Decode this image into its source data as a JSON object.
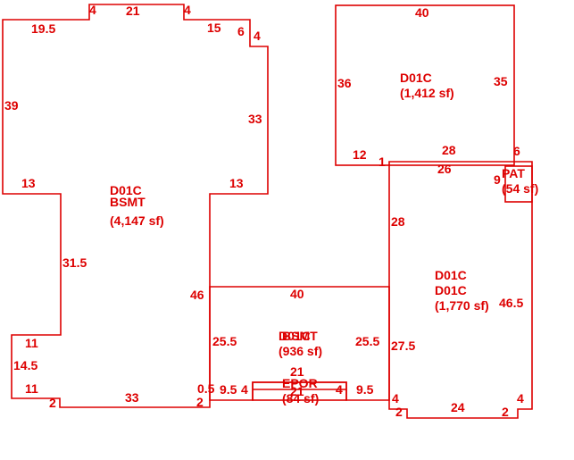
{
  "areas": {
    "basement": {
      "code": "D01C",
      "label": "BSMT",
      "sf": "(4,147 sf)"
    },
    "upper_block": {
      "code": "D01C",
      "sf": "(1,412 sf)"
    },
    "right_block": {
      "code": "D01C",
      "sf": "(1,770 sf)"
    },
    "patio": {
      "label": "PAT",
      "sf": "(54 sf)",
      "dims": "9"
    },
    "middle_basement": {
      "code": "D01C",
      "label": "BSMT",
      "sf": "(936 sf)"
    },
    "porch": {
      "label": "EPOR",
      "sf": "(84 sf)",
      "dims": "21",
      "side_left": "4",
      "side_right": "4"
    }
  },
  "dimensions": {
    "basement": [
      "4",
      "21",
      "4",
      "19.5",
      "15",
      "6",
      "4",
      "39",
      "33",
      "13",
      "13",
      "31.5",
      "46",
      "11",
      "14.5",
      "11",
      "2",
      "33",
      "2",
      "0.5"
    ],
    "upper_block": [
      "40",
      "36",
      "35",
      "12",
      "1",
      "28",
      "6"
    ],
    "right_block": [
      "26",
      "28",
      "46.5",
      "27.5",
      "4",
      "2",
      "24",
      "2",
      "4"
    ],
    "middle": [
      "40",
      "25.5",
      "25.5",
      "9.5",
      "9.5",
      "21"
    ]
  }
}
